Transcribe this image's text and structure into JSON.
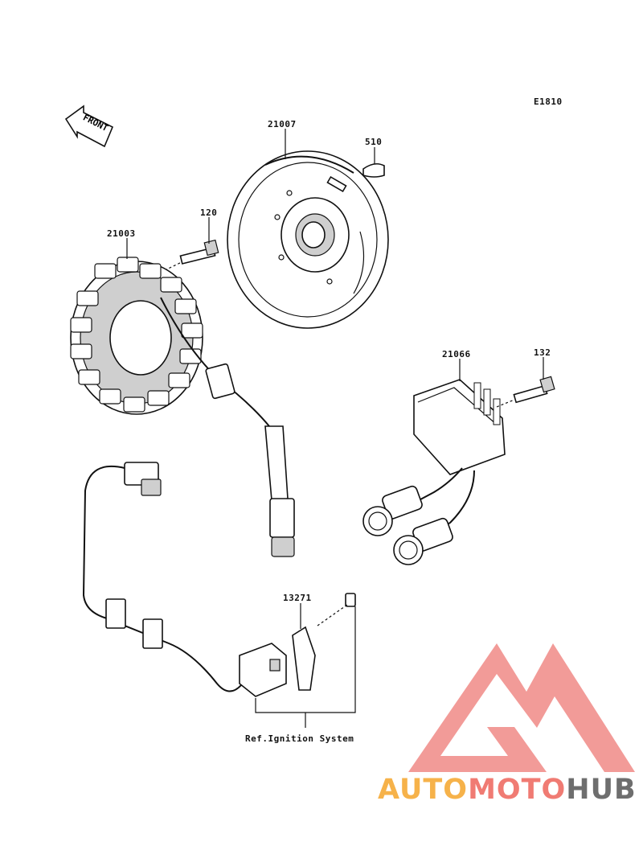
{
  "diagram_code": "E1810",
  "front_arrow": "FRONT",
  "parts": [
    {
      "id": "21007"
    },
    {
      "id": "510"
    },
    {
      "id": "120"
    },
    {
      "id": "21003"
    },
    {
      "id": "21066"
    },
    {
      "id": "132"
    },
    {
      "id": "13271"
    }
  ],
  "reference_note": "Ref.Ignition System",
  "watermark": {
    "part1": "AUTO",
    "part2": "MOTO",
    "part3": "HUB",
    "color1": "#f6b24a",
    "color2": "#f07b73",
    "color3": "#6e6e6e",
    "logo_color": "#f08a86"
  }
}
